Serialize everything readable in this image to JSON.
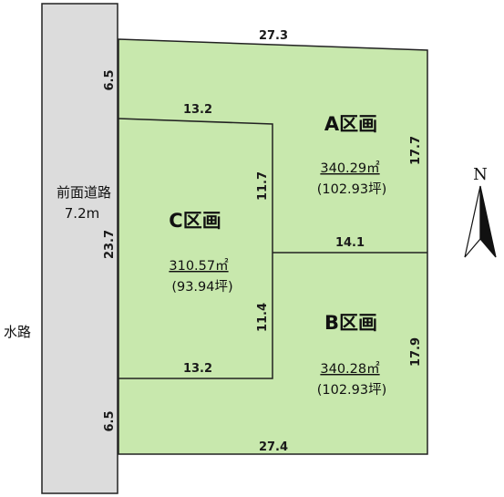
{
  "colors": {
    "lot_fill": "#c8e8ad",
    "road_fill": "#dcdcdc",
    "line": "#222222"
  },
  "road": {
    "name": "前面道路",
    "width": "7.2m",
    "length": "23.7"
  },
  "waterway": {
    "label": "水路"
  },
  "north": {
    "label": "N",
    "icon": "north-arrow-icon"
  },
  "dimensions": {
    "top": "27.3",
    "bottom": "27.4",
    "left_top": "6.5",
    "left_bottom": "6.5",
    "a_right": "17.7",
    "b_right": "17.9",
    "c_top": "13.2",
    "c_bottom": "13.2",
    "c_right_top": "11.7",
    "c_right_bottom": "11.4",
    "ab_divider": "14.1"
  },
  "lots": {
    "a": {
      "name": "A区画",
      "area": "340.29㎡",
      "tsubo": "(102.93坪)"
    },
    "b": {
      "name": "B区画",
      "area": "340.28㎡",
      "tsubo": "(102.93坪)"
    },
    "c": {
      "name": "C区画",
      "area": "310.57㎡",
      "tsubo": "(93.94坪)"
    }
  }
}
